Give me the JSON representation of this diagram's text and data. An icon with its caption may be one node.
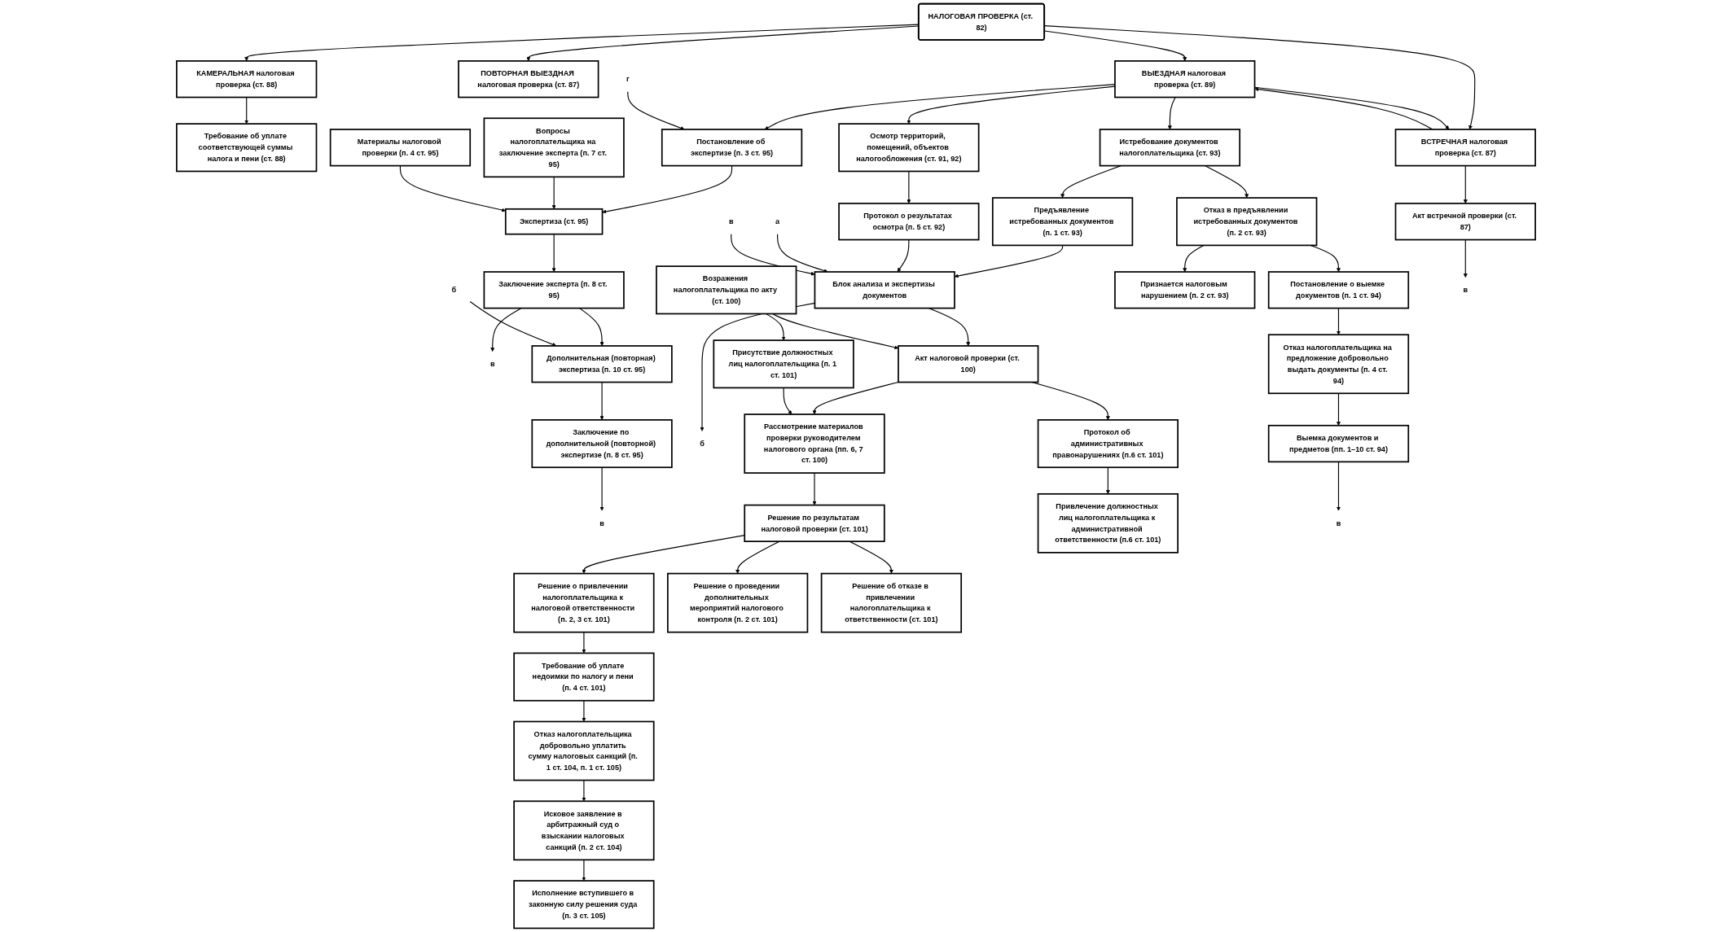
{
  "diagram": {
    "nodes": [
      {
        "text": [
          "НАЛОГОВАЯ ПРОВЕРКА (ст. 82)"
        ]
      },
      {
        "text": [
          "КАМЕРАЛЬНАЯ налоговая проверка (ст. 88)"
        ]
      },
      {
        "text": [
          "Требование об уплате соответствующей суммы налога и пени (ст. 88)"
        ]
      },
      {
        "text": [
          "ПОВТОРНАЯ ВЫЕЗДНАЯ налоговая проверка (ст. 87)"
        ]
      },
      {
        "text": [
          "ВЫЕЗДНАЯ налоговая проверка (ст. 89)"
        ]
      },
      {
        "text": [
          "Постановление об экспертизе (п. 3 ст. 95)"
        ]
      },
      {
        "text": [
          "г"
        ]
      },
      {
        "text": [
          "ВСТРЕЧНАЯ налоговая проверка (ст. 87)"
        ]
      },
      {
        "text": [
          "Акт встречной проверки (ст. 87)"
        ]
      },
      {
        "text": [
          "в"
        ]
      },
      {
        "text": [
          "Вопросы налогоплательщика на заключение эксперта (п. 7 ст. 95)"
        ]
      },
      {
        "text": [
          "Экспертиза (ст. 95)"
        ]
      },
      {
        "text": [
          "Материалы налоговой проверки (п. 4 ст. 95)"
        ]
      },
      {
        "text": [
          "Осмотр территорий, помещений, объектов налогообложения (ст. 91, 92)"
        ]
      },
      {
        "text": [
          "Истребование документов налогоплательщика (ст. 93)"
        ]
      },
      {
        "text": [
          "Отказ в предъявлении истребованных документов (п. 2 ст. 93)"
        ]
      },
      {
        "text": [
          "Признается налоговым нарушением (п. 2 ст. 93)"
        ]
      },
      {
        "text": [
          "Предъявление истребованных документов (п. 1 ст. 93)"
        ]
      },
      {
        "text": [
          "Постановление о выемке документов (п. 1 ст. 94)"
        ]
      },
      {
        "text": [
          "Протокол о результатах осмотра (п. 5 ст. 92)"
        ]
      },
      {
        "text": [
          "Блок анализа и экспертизы документов"
        ]
      },
      {
        "text": [
          "а"
        ]
      },
      {
        "text": [
          "в"
        ]
      },
      {
        "text": [
          "б"
        ]
      },
      {
        "text": [
          "Отказ налогоплательщика на предложение добровольно выдать документы (п. 4 ст. 94)"
        ]
      },
      {
        "text": [
          "Выемка документов и предметов (пп. 1–10 ст. 94)"
        ]
      },
      {
        "text": [
          "в"
        ]
      },
      {
        "text": [
          "Заключение эксперта (п. 8 ст. 95)"
        ]
      },
      {
        "text": [
          "в"
        ]
      },
      {
        "text": [
          "б"
        ]
      },
      {
        "text": [
          "Дополнительная (повторная) экспертиза (п. 10 ст. 95)"
        ]
      },
      {
        "text": [
          "Возражения налогоплательщика по акту (ст. 100)"
        ]
      },
      {
        "text": [
          "Акт налоговой проверки (ст. 100)"
        ]
      },
      {
        "text": [
          "Протокол об административных правонарушениях (п.6 ст. 101)"
        ]
      },
      {
        "text": [
          "Привлечение должностных лиц налогоплательщика к административной ответственности (п.6 ст. 101)"
        ]
      },
      {
        "text": [
          "Заключение по дополнительной (повторной) экспертизе (п. 8 ст. 95)"
        ]
      },
      {
        "text": [
          "в"
        ]
      },
      {
        "text": [
          "Присутствие должностных лиц налогоплательщика (п. 1 ст. 101)"
        ]
      },
      {
        "text": [
          "Рассмотрение материалов проверки руководителем налогового органа (пп. 6, 7 ст. 100)"
        ]
      },
      {
        "text": [
          "Решение о проведении дополнительных мероприятий налогового контроля (п. 2 ст. 101)"
        ]
      },
      {
        "text": [
          "Решение об отказе в привлечении налогоплательщика к ответственности (ст. 101)"
        ]
      },
      {
        "text": [
          "Решение по результатам налоговой проверки (ст. 101)"
        ]
      },
      {
        "text": [
          "Решение о привлечении налогоплательщика к налоговой ответственности (п. 2, 3 ст. 101)"
        ]
      },
      {
        "text": [
          "Требование об уплате недоимки по налогу и пени (п. 4 ст. 101)"
        ]
      },
      {
        "text": [
          "Отказ налогоплательщика добровольно уплатить сумму налоговых санкций (п. 1 ст. 104, п. 1 ст. 105)"
        ]
      },
      {
        "text": [
          "Исковое заявление в арбитражный суд о взыскании налоговых санкций (п. 2 ст. 104)"
        ]
      },
      {
        "text": [
          "Исполнение вступившего в законную силу решения суда (п. 3 ст. 105)"
        ]
      }
    ],
    "edges": [
      {
        "from": 0,
        "to": 1,
        "arrow": "to"
      },
      {
        "from": 1,
        "to": 2,
        "arrow": "to"
      },
      {
        "from": 0,
        "to": 3,
        "arrow": "to"
      },
      {
        "from": 0,
        "to": 4,
        "arrow": "to"
      },
      {
        "from": 0,
        "to": 7,
        "arrow": "to"
      },
      {
        "from": 4,
        "to": 5,
        "arrow": "to"
      },
      {
        "from": 6,
        "to": 5,
        "arrow": "to"
      },
      {
        "from": 4,
        "to": 7,
        "arrow": "to"
      },
      {
        "from": 7,
        "to": 4,
        "arrow": "to"
      },
      {
        "from": 7,
        "to": 8,
        "arrow": "to"
      },
      {
        "from": 8,
        "to": 9,
        "arrow": "to"
      },
      {
        "from": 4,
        "to": 13,
        "arrow": "to"
      },
      {
        "from": 4,
        "to": 14,
        "arrow": "to"
      },
      {
        "from": 5,
        "to": 11,
        "arrow": "to"
      },
      {
        "from": 10,
        "to": 11,
        "arrow": "to"
      },
      {
        "from": 12,
        "to": 11,
        "arrow": "to"
      },
      {
        "from": 11,
        "to": 27,
        "arrow": "to"
      },
      {
        "from": 13,
        "to": 19,
        "arrow": "to"
      },
      {
        "from": 14,
        "to": 15,
        "arrow": "to"
      },
      {
        "from": 15,
        "to": 16,
        "arrow": "to"
      },
      {
        "from": 14,
        "to": 17,
        "arrow": "to"
      },
      {
        "from": 15,
        "to": 18,
        "arrow": "to"
      },
      {
        "from": 18,
        "to": 24,
        "arrow": "to"
      },
      {
        "from": 17,
        "to": 20,
        "arrow": "to"
      },
      {
        "from": 19,
        "to": 20,
        "arrow": "to"
      },
      {
        "from": 21,
        "to": 20,
        "arrow": "to"
      },
      {
        "from": 22,
        "to": 20,
        "arrow": "to"
      },
      {
        "from": 20,
        "to": 23,
        "arrow": "to"
      },
      {
        "from": 24,
        "to": 25,
        "arrow": "to"
      },
      {
        "from": 25,
        "to": 26,
        "arrow": "to"
      },
      {
        "from": 27,
        "to": 28,
        "arrow": "to"
      },
      {
        "from": 27,
        "to": 30,
        "arrow": "to"
      },
      {
        "from": 29,
        "to": 30,
        "arrow": "to"
      },
      {
        "from": 30,
        "to": 35,
        "arrow": "to"
      },
      {
        "from": 35,
        "to": 36,
        "arrow": "to"
      },
      {
        "from": 20,
        "to": 32,
        "arrow": "to"
      },
      {
        "from": 31,
        "to": 32,
        "arrow": "to"
      },
      {
        "from": 31,
        "to": 37,
        "arrow": "to"
      },
      {
        "from": 32,
        "to": 33,
        "arrow": "to"
      },
      {
        "from": 33,
        "to": 34,
        "arrow": "to"
      },
      {
        "from": 32,
        "to": 38,
        "arrow": "to"
      },
      {
        "from": 37,
        "to": 38,
        "arrow": "to"
      },
      {
        "from": 38,
        "to": 41,
        "arrow": "to"
      },
      {
        "from": 41,
        "to": 39,
        "arrow": "to"
      },
      {
        "from": 41,
        "to": 40,
        "arrow": "to"
      },
      {
        "from": 41,
        "to": 42,
        "arrow": "to"
      },
      {
        "from": 42,
        "to": 43,
        "arrow": "to"
      },
      {
        "from": 43,
        "to": 44,
        "arrow": "to"
      },
      {
        "from": 44,
        "to": 45,
        "arrow": "to"
      },
      {
        "from": 45,
        "to": 46,
        "arrow": "to"
      }
    ]
  }
}
